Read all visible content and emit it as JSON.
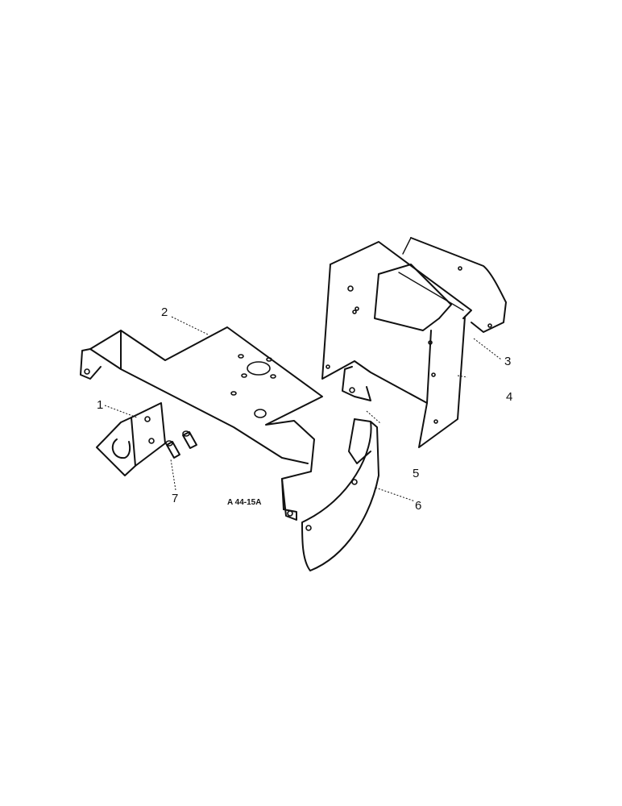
{
  "diagram": {
    "drawing_number": "A 44-15A",
    "callouts": [
      {
        "id": "1",
        "label": "1"
      },
      {
        "id": "2",
        "label": "2"
      },
      {
        "id": "3",
        "label": "3"
      },
      {
        "id": "4",
        "label": "4"
      },
      {
        "id": "5",
        "label": "5"
      },
      {
        "id": "6",
        "label": "6"
      },
      {
        "id": "7",
        "label": "7"
      }
    ]
  }
}
